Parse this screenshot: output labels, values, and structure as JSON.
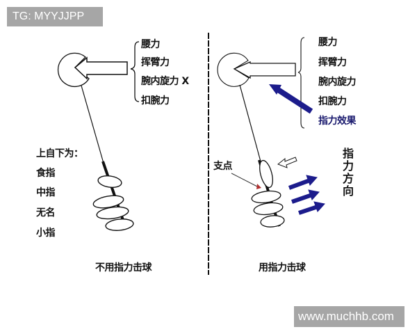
{
  "watermarks": {
    "top": "TG: MYYJJPP",
    "bottom": "www.muchhb.com"
  },
  "left_panel": {
    "caption": "不用指力击球",
    "forces": [
      "腰力",
      "挥臂力",
      "腕内旋力 X",
      "扣腕力"
    ],
    "order_title": "上自下为：",
    "fingers": [
      "食指",
      "中指",
      "无名",
      "小指"
    ]
  },
  "right_panel": {
    "caption": "用指力击球",
    "forces": [
      "腰力",
      "挥臂力",
      "腕内旋力",
      "扣腕力"
    ],
    "finger_effect": "指力效果",
    "fulcrum": "支点",
    "finger_direction": "指力方向"
  },
  "colors": {
    "arrow_blue": "#1c1c8c",
    "text_blue": "#1a1a6e",
    "watermark_bg": "#a6a6a6",
    "fulcrum_marker": "#b03030"
  }
}
